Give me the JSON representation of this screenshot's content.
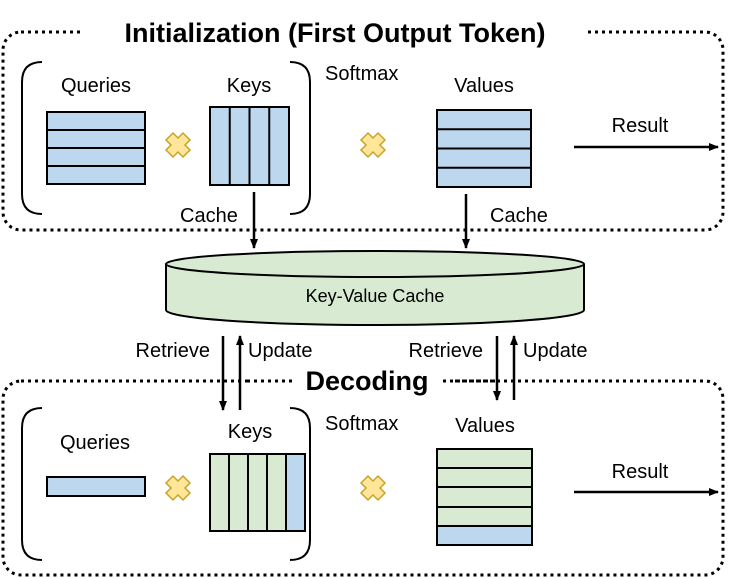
{
  "init": {
    "title": "Initialization (First Output Token)",
    "queries": "Queries",
    "keys": "Keys",
    "softmax": "Softmax",
    "values": "Values",
    "result": "Result",
    "cache_left": "Cache",
    "cache_right": "Cache"
  },
  "kv_cache": {
    "label": "Key-Value Cache"
  },
  "transfer": {
    "retrieve_left": "Retrieve",
    "update_left": "Update",
    "retrieve_right": "Retrieve",
    "update_right": "Update"
  },
  "decode": {
    "title": "Decoding",
    "queries": "Queries",
    "keys": "Keys",
    "softmax": "Softmax",
    "values": "Values",
    "result": "Result"
  },
  "colors": {
    "blue": "#BDD7EE",
    "green": "#D9EAD3",
    "cross": "#FFE699",
    "cross_stroke": "#C9A227",
    "border": "#000000"
  }
}
